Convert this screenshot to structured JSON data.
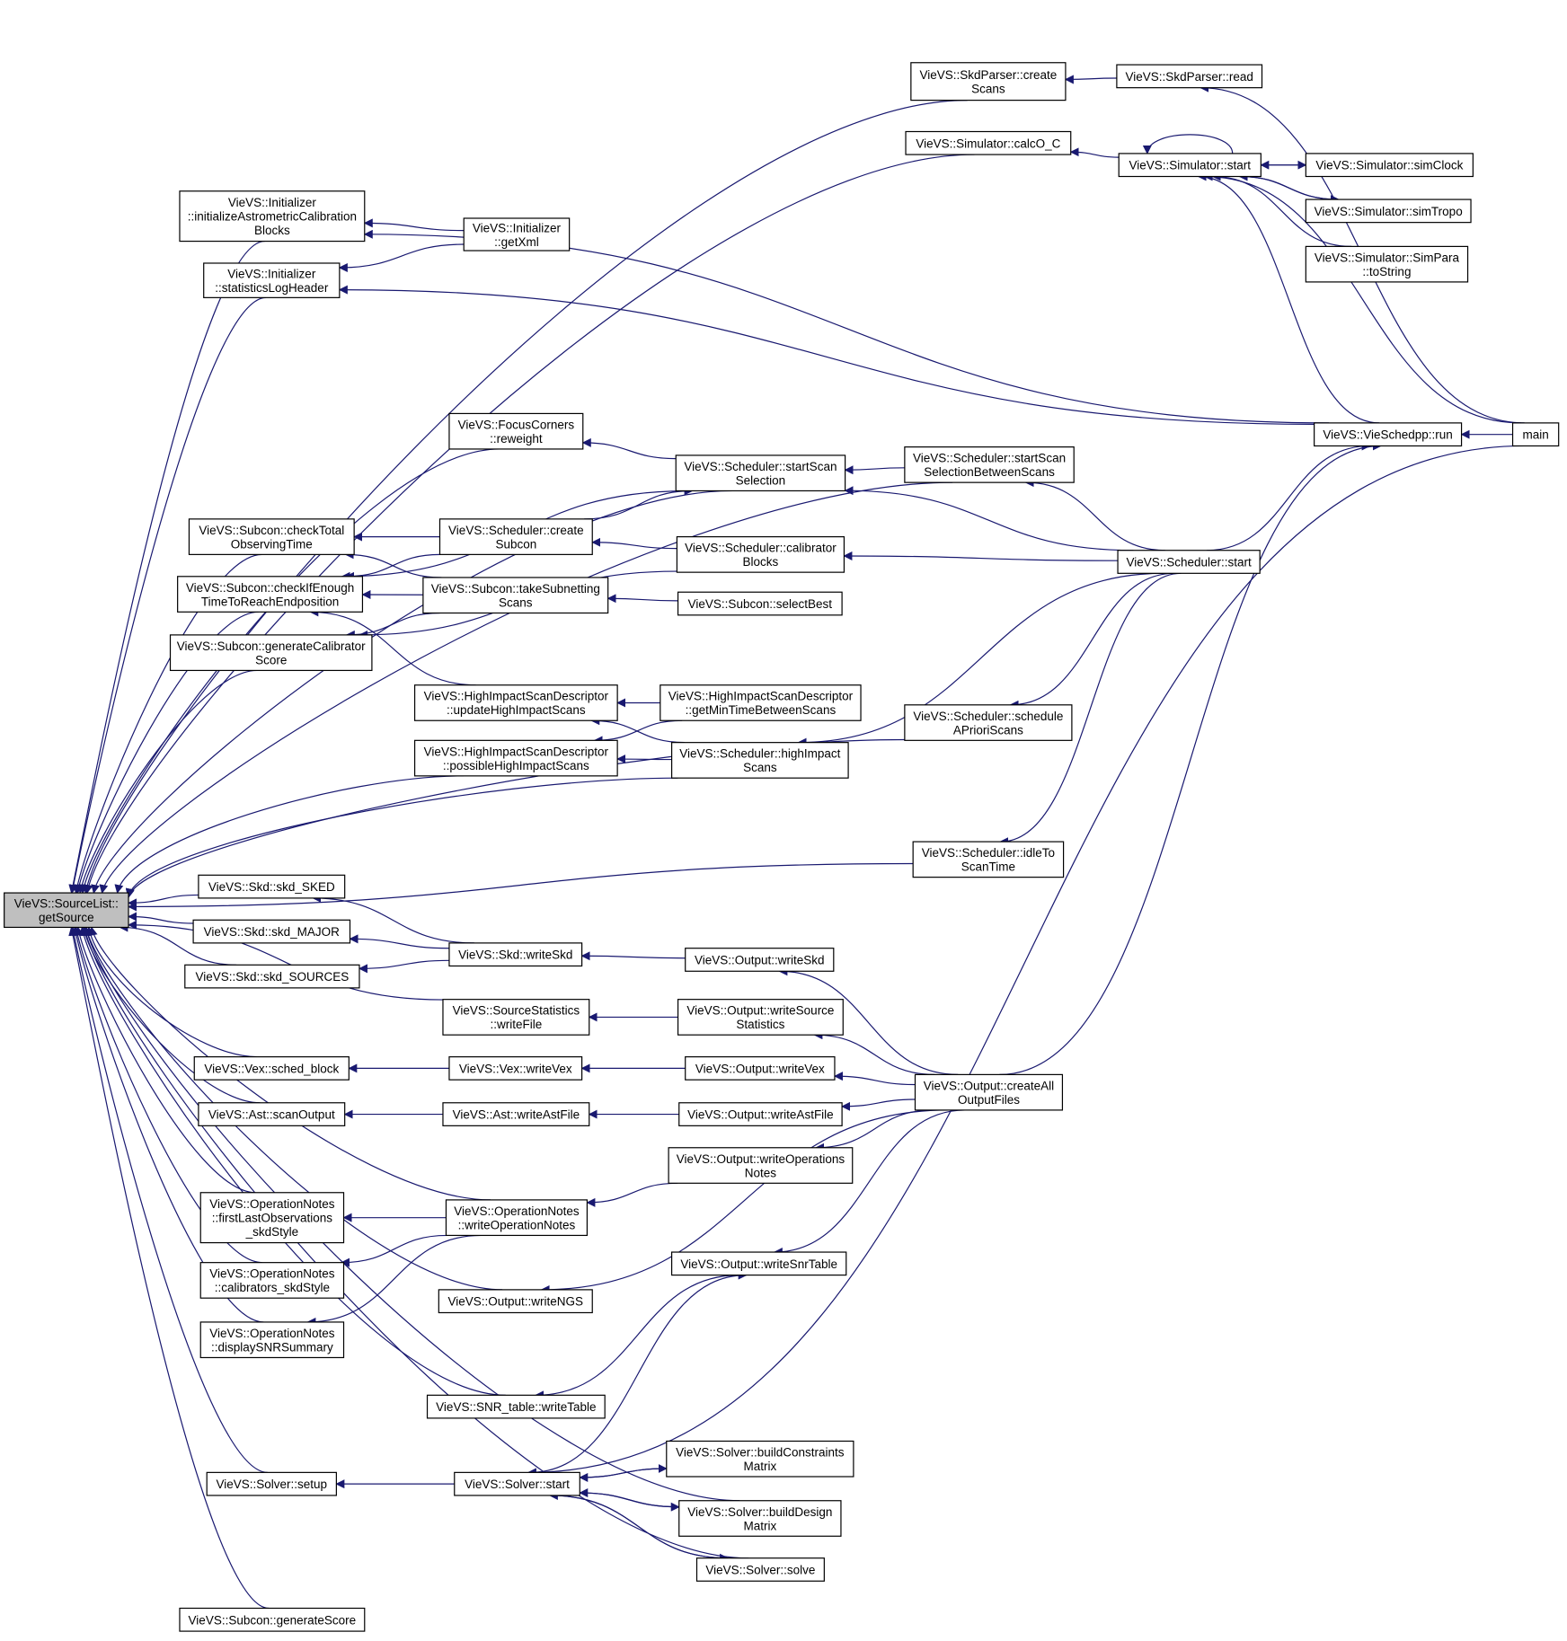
{
  "colors": {
    "edge": "#191970",
    "node_border": "#000000",
    "root_fill": "#bfbfbf",
    "node_fill": "#ffffff"
  },
  "nodes": [
    {
      "id": "getSource",
      "lines": [
        "VieVS::SourceList::",
        "getSource"
      ]
    },
    {
      "id": "skdparser_createScans",
      "lines": [
        "VieVS::SkdParser::create",
        "Scans"
      ]
    },
    {
      "id": "skdparser_read",
      "lines": [
        "VieVS::SkdParser::read"
      ]
    },
    {
      "id": "sim_calcO_C",
      "lines": [
        "VieVS::Simulator::calcO_C"
      ]
    },
    {
      "id": "sim_start",
      "lines": [
        "VieVS::Simulator::start"
      ]
    },
    {
      "id": "sim_simClock",
      "lines": [
        "VieVS::Simulator::simClock"
      ]
    },
    {
      "id": "sim_simTropo",
      "lines": [
        "VieVS::Simulator::simTropo"
      ]
    },
    {
      "id": "simpara_toString",
      "lines": [
        "VieVS::Simulator::SimPara",
        "::toString"
      ]
    },
    {
      "id": "init_astrometric",
      "lines": [
        "VieVS::Initializer",
        "::initializeAstrometricCalibration",
        "Blocks"
      ]
    },
    {
      "id": "init_getXml",
      "lines": [
        "VieVS::Initializer",
        "::getXml"
      ]
    },
    {
      "id": "init_statsLogHeader",
      "lines": [
        "VieVS::Initializer",
        "::statisticsLogHeader"
      ]
    },
    {
      "id": "vieschedpp_run",
      "lines": [
        "VieVS::VieSchedpp::run"
      ]
    },
    {
      "id": "main",
      "lines": [
        "main"
      ]
    },
    {
      "id": "focus_reweight",
      "lines": [
        "VieVS::FocusCorners",
        "::reweight"
      ]
    },
    {
      "id": "sched_startScanSel",
      "lines": [
        "VieVS::Scheduler::startScan",
        "Selection"
      ]
    },
    {
      "id": "sched_startScanSelBetween",
      "lines": [
        "VieVS::Scheduler::startScan",
        "SelectionBetweenScans"
      ]
    },
    {
      "id": "subcon_checkTotal",
      "lines": [
        "VieVS::Subcon::checkTotal",
        "ObservingTime"
      ]
    },
    {
      "id": "sched_createSubcon",
      "lines": [
        "VieVS::Scheduler::create",
        "Subcon"
      ]
    },
    {
      "id": "sched_calibBlocks",
      "lines": [
        "VieVS::Scheduler::calibrator",
        "Blocks"
      ]
    },
    {
      "id": "sched_start",
      "lines": [
        "VieVS::Scheduler::start"
      ]
    },
    {
      "id": "subcon_checkIfEnough",
      "lines": [
        "VieVS::Subcon::checkIfEnough",
        "TimeToReachEndposition"
      ]
    },
    {
      "id": "subcon_takeSubnetting",
      "lines": [
        "VieVS::Subcon::takeSubnetting",
        "Scans"
      ]
    },
    {
      "id": "subcon_selectBest",
      "lines": [
        "VieVS::Subcon::selectBest"
      ]
    },
    {
      "id": "subcon_genCalibScore",
      "lines": [
        "VieVS::Subcon::generateCalibrator",
        "Score"
      ]
    },
    {
      "id": "hisd_update",
      "lines": [
        "VieVS::HighImpactScanDescriptor",
        "::updateHighImpactScans"
      ]
    },
    {
      "id": "hisd_getMinTime",
      "lines": [
        "VieVS::HighImpactScanDescriptor",
        "::getMinTimeBetweenScans"
      ]
    },
    {
      "id": "sched_scheduleApriori",
      "lines": [
        "VieVS::Scheduler::schedule",
        "APrioriScans"
      ]
    },
    {
      "id": "hisd_possible",
      "lines": [
        "VieVS::HighImpactScanDescriptor",
        "::possibleHighImpactScans"
      ]
    },
    {
      "id": "sched_highImpact",
      "lines": [
        "VieVS::Scheduler::highImpact",
        "Scans"
      ]
    },
    {
      "id": "sched_idleToScan",
      "lines": [
        "VieVS::Scheduler::idleTo",
        "ScanTime"
      ]
    },
    {
      "id": "skd_SKED",
      "lines": [
        "VieVS::Skd::skd_SKED"
      ]
    },
    {
      "id": "skd_MAJOR",
      "lines": [
        "VieVS::Skd::skd_MAJOR"
      ]
    },
    {
      "id": "skd_writeSkd",
      "lines": [
        "VieVS::Skd::writeSkd"
      ]
    },
    {
      "id": "out_writeSkd",
      "lines": [
        "VieVS::Output::writeSkd"
      ]
    },
    {
      "id": "skd_SOURCES",
      "lines": [
        "VieVS::Skd::skd_SOURCES"
      ]
    },
    {
      "id": "srcstat_writeFile",
      "lines": [
        "VieVS::SourceStatistics",
        "::writeFile"
      ]
    },
    {
      "id": "out_writeSrcStat",
      "lines": [
        "VieVS::Output::writeSource",
        "Statistics"
      ]
    },
    {
      "id": "vex_schedBlock",
      "lines": [
        "VieVS::Vex::sched_block"
      ]
    },
    {
      "id": "vex_writeVex",
      "lines": [
        "VieVS::Vex::writeVex"
      ]
    },
    {
      "id": "out_writeVex",
      "lines": [
        "VieVS::Output::writeVex"
      ]
    },
    {
      "id": "out_createAll",
      "lines": [
        "VieVS::Output::createAll",
        "OutputFiles"
      ]
    },
    {
      "id": "ast_scanOutput",
      "lines": [
        "VieVS::Ast::scanOutput"
      ]
    },
    {
      "id": "ast_writeAstFile",
      "lines": [
        "VieVS::Ast::writeAstFile"
      ]
    },
    {
      "id": "out_writeAstFile",
      "lines": [
        "VieVS::Output::writeAstFile"
      ]
    },
    {
      "id": "out_writeOpNotes",
      "lines": [
        "VieVS::Output::writeOperations",
        "Notes"
      ]
    },
    {
      "id": "opn_firstLast",
      "lines": [
        "VieVS::OperationNotes",
        "::firstLastObservations",
        "_skdStyle"
      ]
    },
    {
      "id": "opn_writeOpNotes",
      "lines": [
        "VieVS::OperationNotes",
        "::writeOperationNotes"
      ]
    },
    {
      "id": "opn_calibrators",
      "lines": [
        "VieVS::OperationNotes",
        "::calibrators_skdStyle"
      ]
    },
    {
      "id": "out_writeSnrTable",
      "lines": [
        "VieVS::Output::writeSnrTable"
      ]
    },
    {
      "id": "out_writeNGS",
      "lines": [
        "VieVS::Output::writeNGS"
      ]
    },
    {
      "id": "opn_displaySNR",
      "lines": [
        "VieVS::OperationNotes",
        "::displaySNRSummary"
      ]
    },
    {
      "id": "snr_writeTable",
      "lines": [
        "VieVS::SNR_table::writeTable"
      ]
    },
    {
      "id": "solver_buildConstraints",
      "lines": [
        "VieVS::Solver::buildConstraints",
        "Matrix"
      ]
    },
    {
      "id": "solver_setup",
      "lines": [
        "VieVS::Solver::setup"
      ]
    },
    {
      "id": "solver_start",
      "lines": [
        "VieVS::Solver::start"
      ]
    },
    {
      "id": "solver_buildDesign",
      "lines": [
        "VieVS::Solver::buildDesign",
        "Matrix"
      ]
    },
    {
      "id": "solver_solve",
      "lines": [
        "VieVS::Solver::solve"
      ]
    },
    {
      "id": "subcon_genScore",
      "lines": [
        "VieVS::Subcon::generateScore"
      ]
    }
  ]
}
